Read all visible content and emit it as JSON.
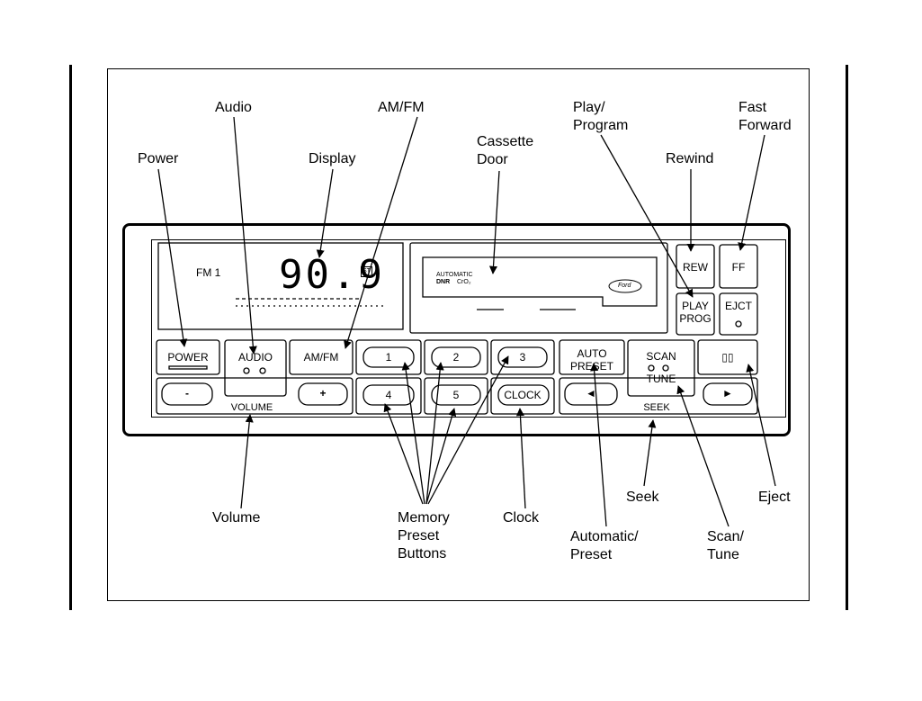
{
  "callouts": {
    "audio": "Audio",
    "amfm": "AM/FM",
    "power": "Power",
    "display": "Display",
    "cassette_door": "Cassette\nDoor",
    "play_program": "Play/\nProgram",
    "rewind": "Rewind",
    "fast_forward": "Fast\nForward",
    "volume": "Volume",
    "memory_preset": "Memory\nPreset\nButtons",
    "clock": "Clock",
    "automatic_preset": "Automatic/\nPreset",
    "seek": "Seek",
    "scan_tune": "Scan/\nTune",
    "eject": "Eject"
  },
  "radio": {
    "band": "FM 1",
    "frequency": "90.9",
    "stereo_indicator": "ST",
    "tape_status_automatic": "AUTOMATIC",
    "tape_status_dnr": "DNR",
    "tape_status_tape": "CrO₂",
    "brand_logo": "Ford",
    "buttons": {
      "power": "POWER",
      "audio": "AUDIO",
      "amfm": "AM/FM",
      "preset_1": "1",
      "preset_2": "2",
      "preset_3": "3",
      "preset_4": "4",
      "preset_5": "5",
      "clock": "CLOCK",
      "auto_line1": "AUTO",
      "auto_line2": "PRESET",
      "scan": "SCAN",
      "tune": "TUNE",
      "dolby": "▯▯",
      "rew": "REW",
      "ff": "FF",
      "play": "PLAY",
      "prog": "PROG",
      "eject": "EJCT",
      "vol_minus": "-",
      "vol_plus": "+",
      "seek_left": "◄",
      "seek_right": "►"
    },
    "group_labels": {
      "volume": "VOLUME",
      "seek": "SEEK"
    }
  }
}
